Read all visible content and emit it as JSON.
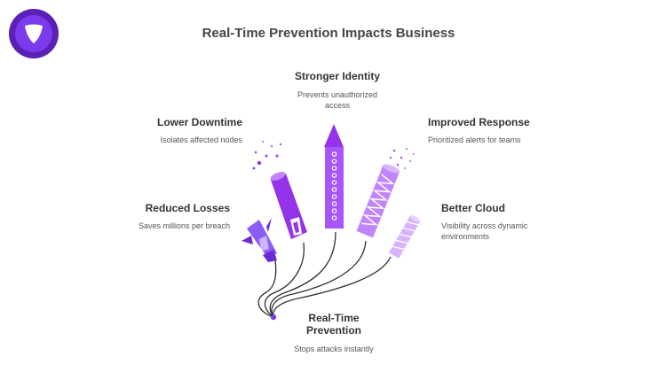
{
  "title": "Real-Time Prevention Impacts Business",
  "brand": {
    "logo": "shield-logo-icon",
    "primary": "#7c3aed",
    "secondary": "#a855f7",
    "light": "#d8b4fe"
  },
  "center": {
    "title_line1": "Real-Time",
    "title_line2": "Prevention",
    "desc": "Stops attacks instantly"
  },
  "nodes": [
    {
      "id": "stronger-identity",
      "title": "Stronger Identity",
      "desc_line1": "Prevents unauthorized",
      "desc_line2": "access"
    },
    {
      "id": "lower-downtime",
      "title": "Lower Downtime",
      "desc_line1": "Isolates affected nodes"
    },
    {
      "id": "improved-response",
      "title": "Improved Response",
      "desc_line1": "Prioritized alerts for teams"
    },
    {
      "id": "reduced-losses",
      "title": "Reduced Losses",
      "desc_line1": "Saves millions per breach"
    },
    {
      "id": "better-cloud",
      "title": "Better Cloud",
      "desc_line1": "Visibility across dynamic",
      "desc_line2": "environments"
    }
  ]
}
